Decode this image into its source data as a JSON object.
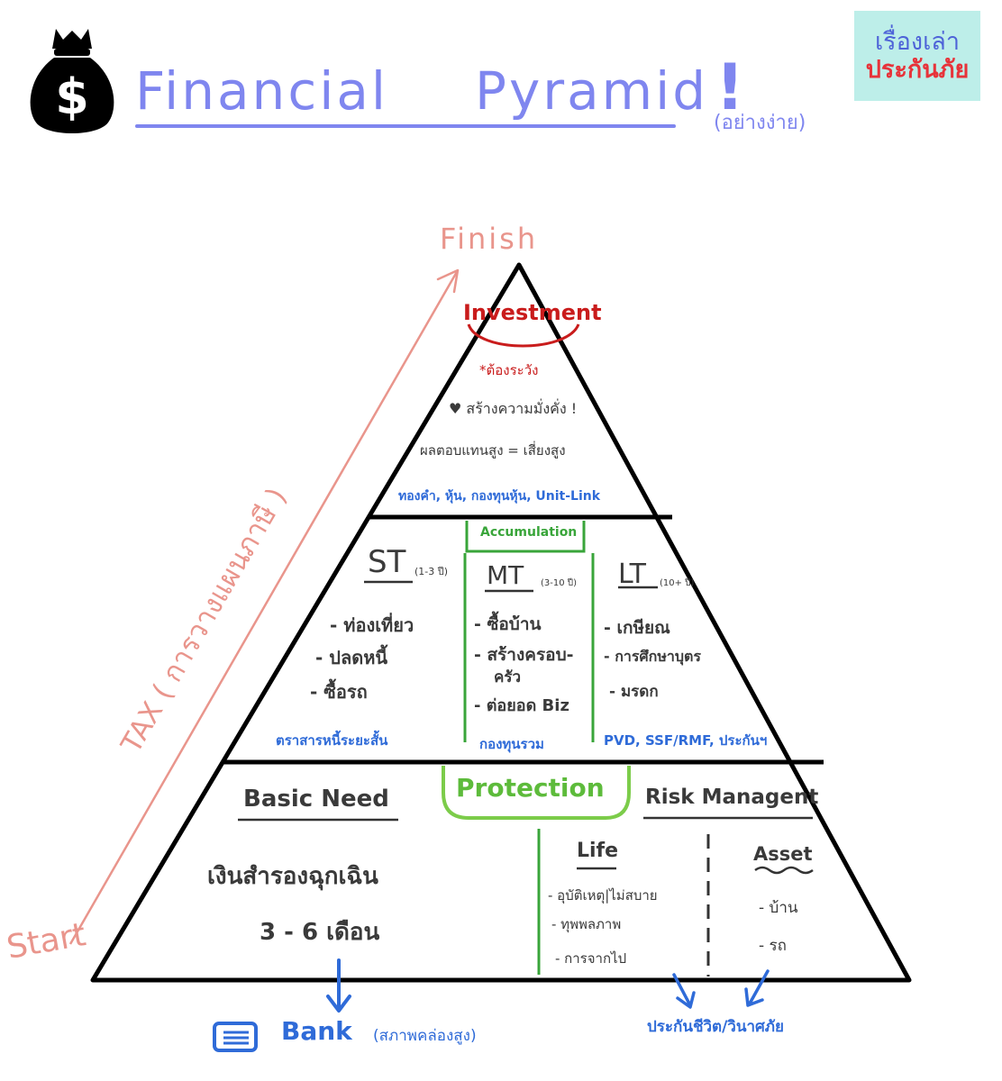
{
  "header": {
    "title_word1": "Financial",
    "title_word2": "Pyramid",
    "title_mark": "!",
    "subtitle": "(อย่างง่าย)",
    "badge_line1": "เรื่องเล่า",
    "badge_line2": "ประกันภัย",
    "money_bag_symbol": "$"
  },
  "progress_arrow": {
    "start": "Start",
    "finish": "Finish",
    "side_label": "TAX ( การวางแผนภาษี )"
  },
  "top_tier": {
    "title": "Investment",
    "warning": "*ต้องระวัง",
    "line1": "♥ สร้างความมั่งคั่ง !",
    "line2": "ผลตอบแทนสูง = เสี่ยงสูง",
    "instruments": "ทองคำ, หุ้น, กองทุนหุ้น, Unit-Link"
  },
  "middle_tier": {
    "title": "Accumulation",
    "columns": [
      {
        "code": "ST",
        "period": "(1-3 ปี)",
        "items": [
          "- ท่องเที่ยว",
          "- ปลดหนี้",
          "- ซื้อรถ"
        ],
        "instrument": "ตราสารหนี้ระยะสั้น"
      },
      {
        "code": "MT",
        "period": "(3-10 ปี)",
        "items": [
          "- ซื้อบ้าน",
          "- สร้างครอบ-",
          "ครัว",
          "- ต่อยอด Biz"
        ],
        "instrument": "กองทุนรวม"
      },
      {
        "code": "LT",
        "period": "(10+ ปี)",
        "items": [
          "- เกษียณ",
          "- การศึกษาบุตร",
          "- มรดก"
        ],
        "instrument": "PVD, SSF/RMF, ประกันฯ"
      }
    ]
  },
  "bottom_tier": {
    "title": "Protection",
    "basic_need": {
      "heading": "Basic Need",
      "line1": "เงินสำรองฉุกเฉิน",
      "line2": "3 - 6 เดือน"
    },
    "risk_management": {
      "heading": "Risk Managent",
      "life_heading": "Life",
      "life_items": [
        "- อุบัติเหตุ|ไม่สบาย",
        "- ทุพพลภาพ",
        "- การจากไป"
      ],
      "asset_heading": "Asset",
      "asset_items": [
        "- บ้าน",
        "- รถ"
      ]
    }
  },
  "footer": {
    "bank_label": "Bank",
    "bank_note": "(สภาพคล่องสูง)",
    "insurance_label": "ประกันชีวิต/วินาศภัย"
  },
  "colors": {
    "title_purple": "#7f86ef",
    "investment_red": "#c91c1c",
    "accumulation_green": "#39a53a",
    "instrument_blue": "#2f6bd8",
    "arrow_salmon": "#e9958c",
    "badge_bg": "#bdeee9"
  }
}
